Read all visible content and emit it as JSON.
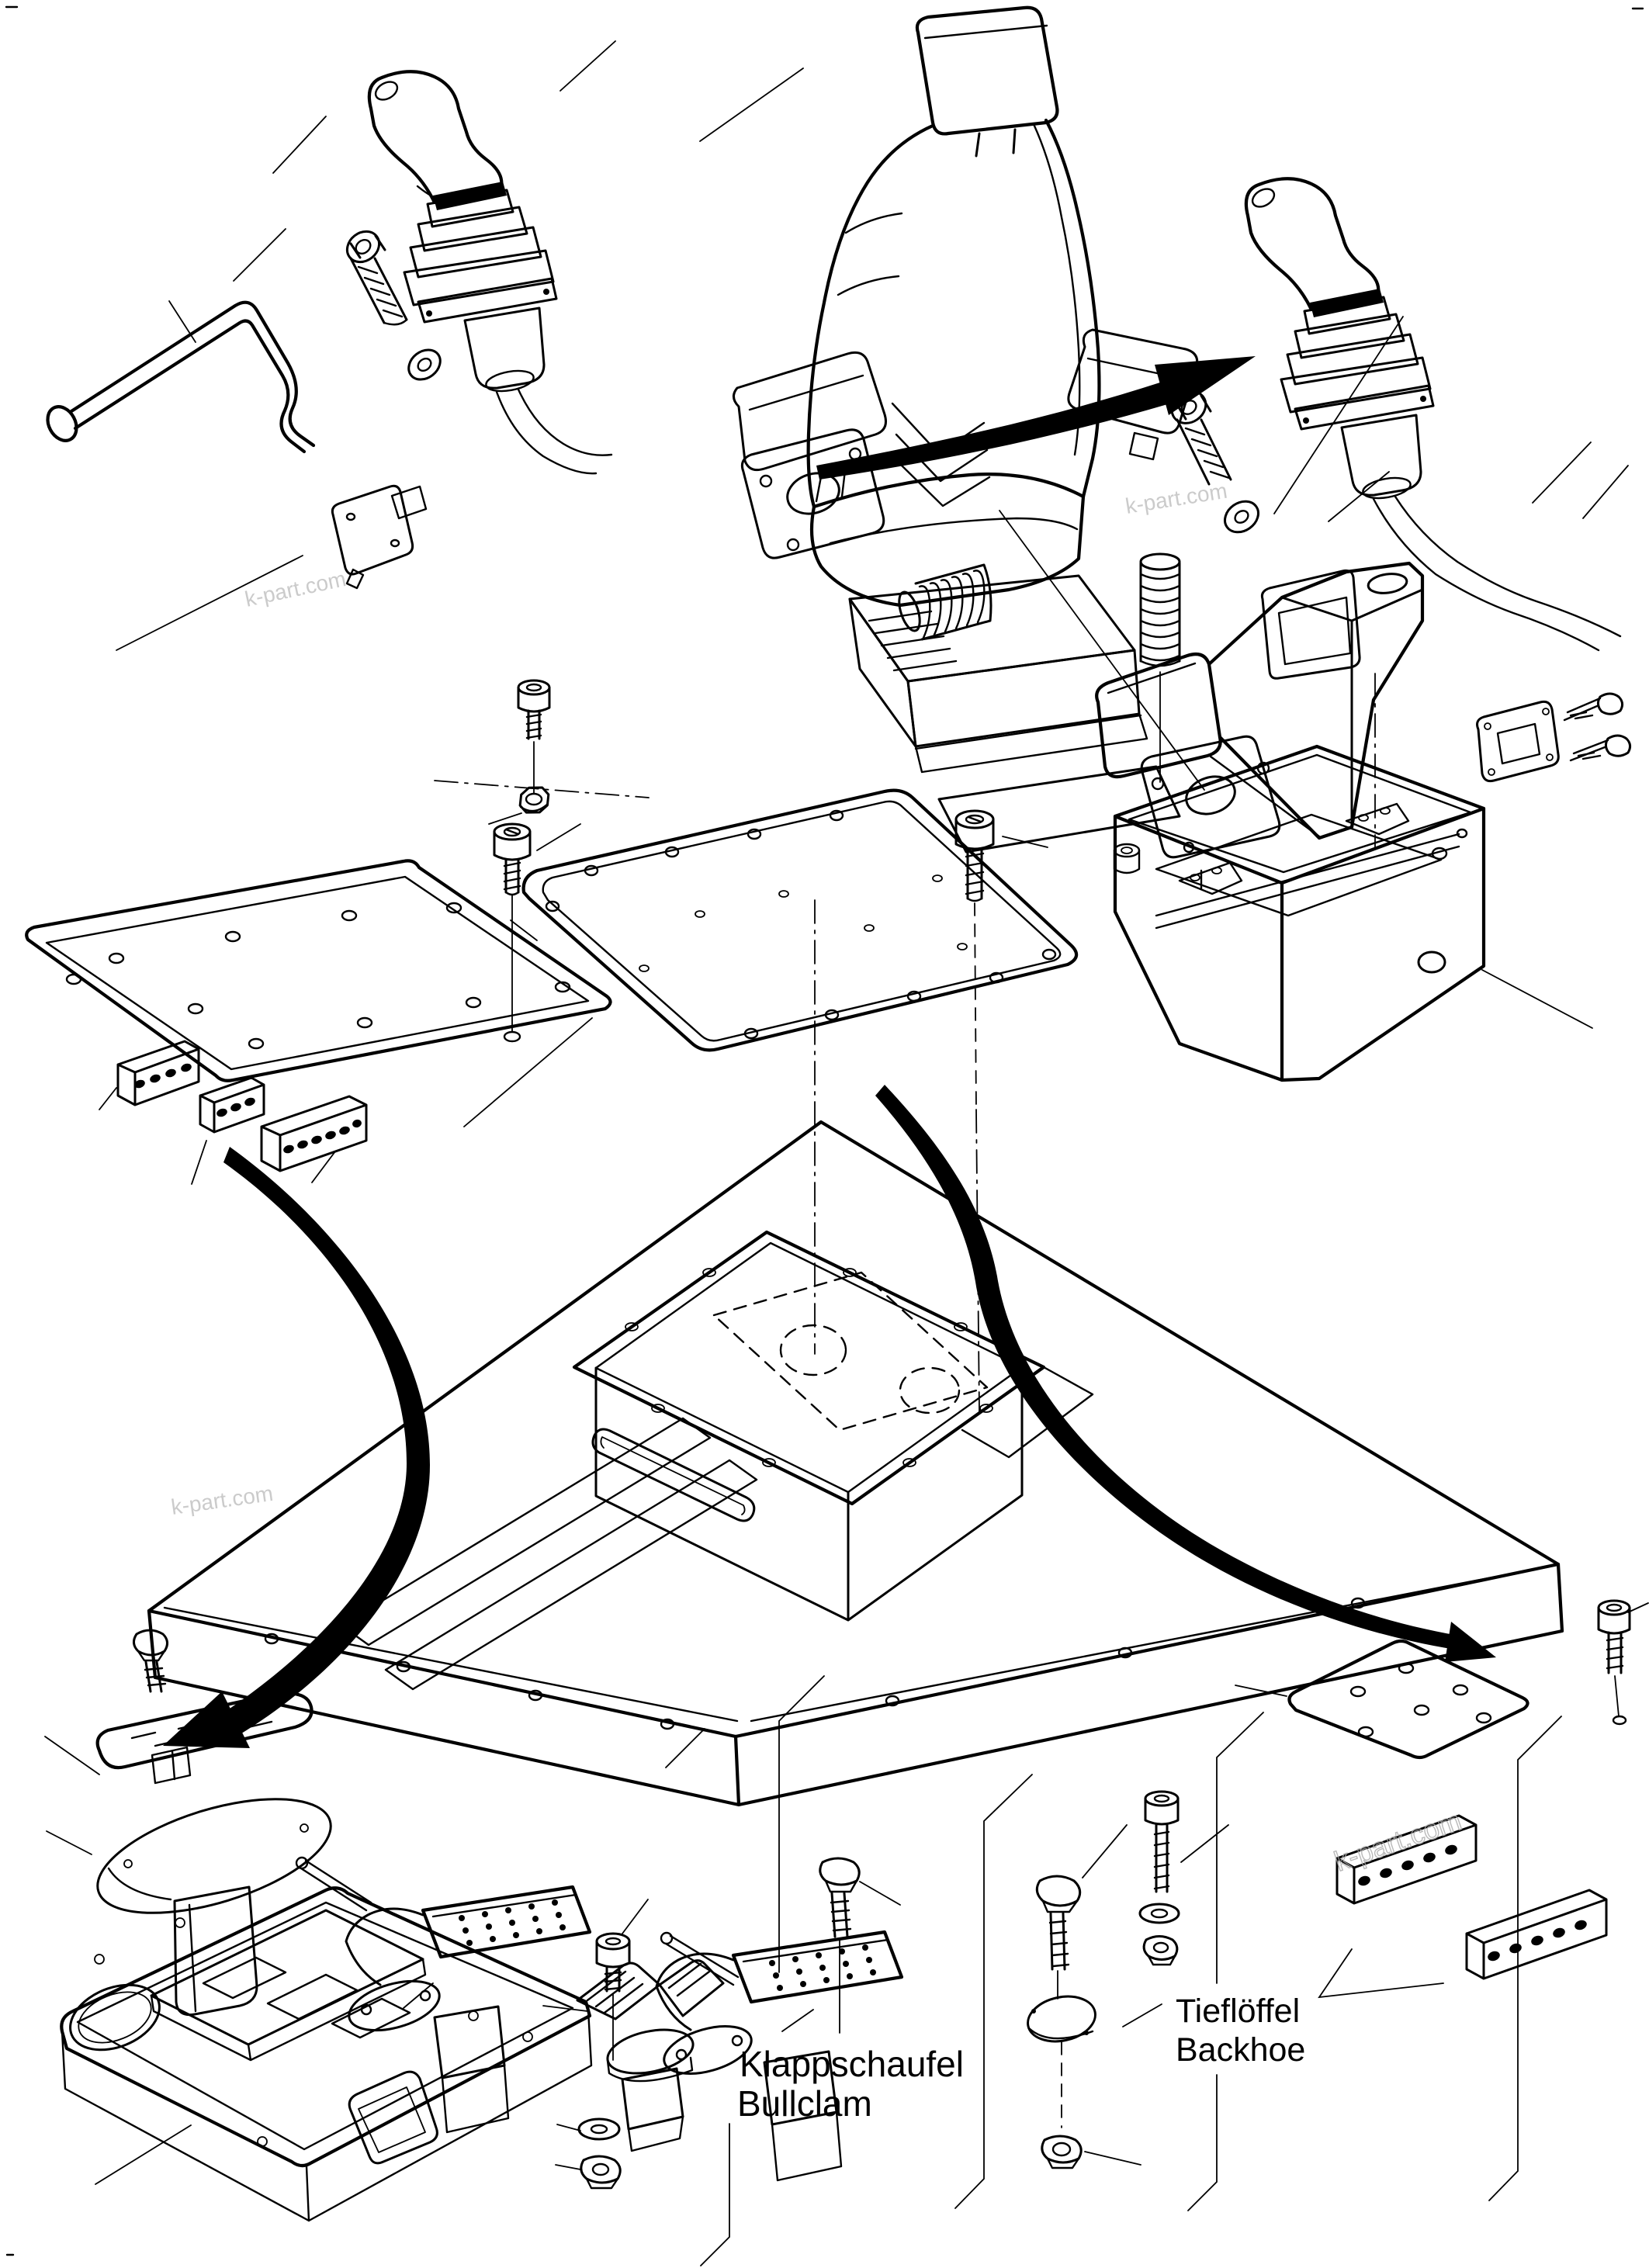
{
  "figure": {
    "type": "exploded-parts-diagram",
    "labels": {
      "bullclam": {
        "line1": "Klappschaufel",
        "line2": "Bullclam"
      },
      "backhoe": {
        "line1": "Tieflöffel",
        "line2": "Backhoe"
      }
    },
    "watermark": {
      "text": "k-part.com"
    },
    "colors": {
      "line": "#000000",
      "background": "#ffffff",
      "watermark": "#a9a9a9"
    }
  }
}
